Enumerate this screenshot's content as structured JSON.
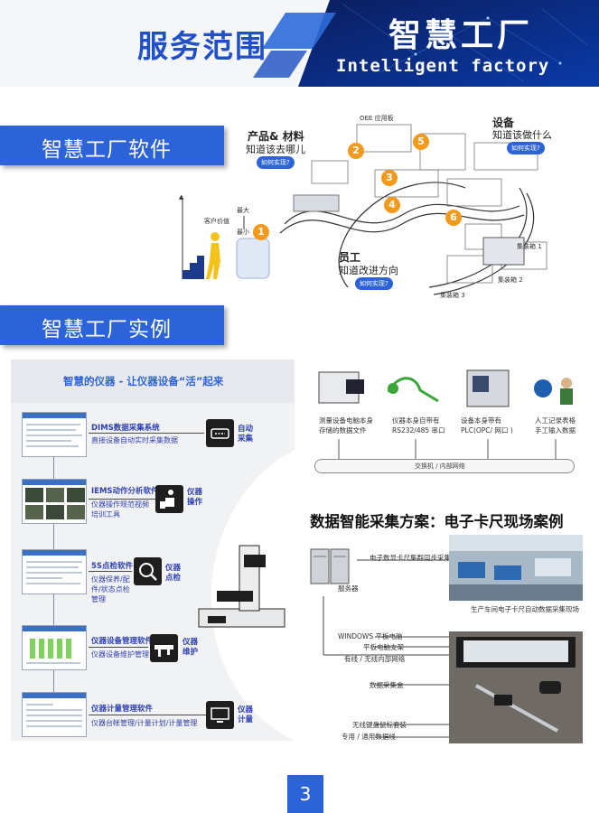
{
  "header": {
    "service_title": "服务范围",
    "factory_title": "智慧工厂",
    "factory_subtitle": "Intelligent factory"
  },
  "sections": {
    "software": "智慧工厂软件",
    "examples": "智慧工厂实例"
  },
  "software_diagram": {
    "products_title": "产品& 材料",
    "products_question": "知道该去哪儿",
    "how_label": "如何实现?",
    "equipment_title": "设备",
    "equipment_question": "知道该做什么",
    "employee_title": "员工",
    "employee_question": "知道改进方向",
    "oee_label": "OEE 应用板",
    "customer_label": "客户价值",
    "min_label": "最大",
    "max_label": "最小",
    "numbers": [
      "1",
      "2",
      "3",
      "4",
      "5",
      "6"
    ],
    "depot_labels": [
      "集装箱 1",
      "集装箱 2",
      "集装箱 3"
    ]
  },
  "example_panel": {
    "heading": "智慧的仪器 - 让仪器设备“活”起来",
    "items": [
      {
        "title": "DIMS数据采集系统",
        "desc": [
          "直接设备自动实时采集数据"
        ],
        "icon_label": [
          "自动",
          "采集"
        ]
      },
      {
        "title": "IEMS动作分析软件",
        "desc": [
          "仪器操作规范视频",
          "培训工具"
        ],
        "icon_label": [
          "仪器",
          "操作"
        ]
      },
      {
        "title": "5S点检软件",
        "desc": [
          "仪器保养/配",
          "件/状态点检",
          "管理"
        ],
        "icon_label": [
          "仪器",
          "点检"
        ]
      },
      {
        "title": "仪器设备管理软件",
        "desc": [
          "仪器设备维护管理"
        ],
        "icon_label": [
          "仪器",
          "维护"
        ]
      },
      {
        "title": "仪器计量管理软件",
        "desc": [
          "仪器台帐管理/计量计划/计量管理"
        ],
        "icon_label": [
          "仪器",
          "计量"
        ]
      }
    ]
  },
  "case_diagram": {
    "sources": [
      [
        "测量设备电脑本身",
        "存储的数据文件"
      ],
      [
        "仪器本身自带有",
        "RS232/485 串口"
      ],
      [
        "设备本身带有",
        "PLC(OPC/ 网口 )"
      ],
      [
        "人工记录表格",
        "手工输入数据"
      ]
    ],
    "bus_label": "交换机 / 内部网络",
    "title": "数据智能采集方案：电子卡尺现场案例",
    "server_label": "服务器",
    "sync_label": "电子数显卡尺集群同步采集",
    "scene_label": "生产车间电子卡尺自动数据采集现场",
    "win_label": "WINDOWS 平板电脑",
    "stand_label": "平板电脑支架",
    "network_label": "有线 / 无线内部网络",
    "collector_label": "数据采集盒",
    "wireless_label": "无线键盘鼠标套装",
    "cable_label": "专用 / 通用数据线"
  },
  "page_number": "3"
}
